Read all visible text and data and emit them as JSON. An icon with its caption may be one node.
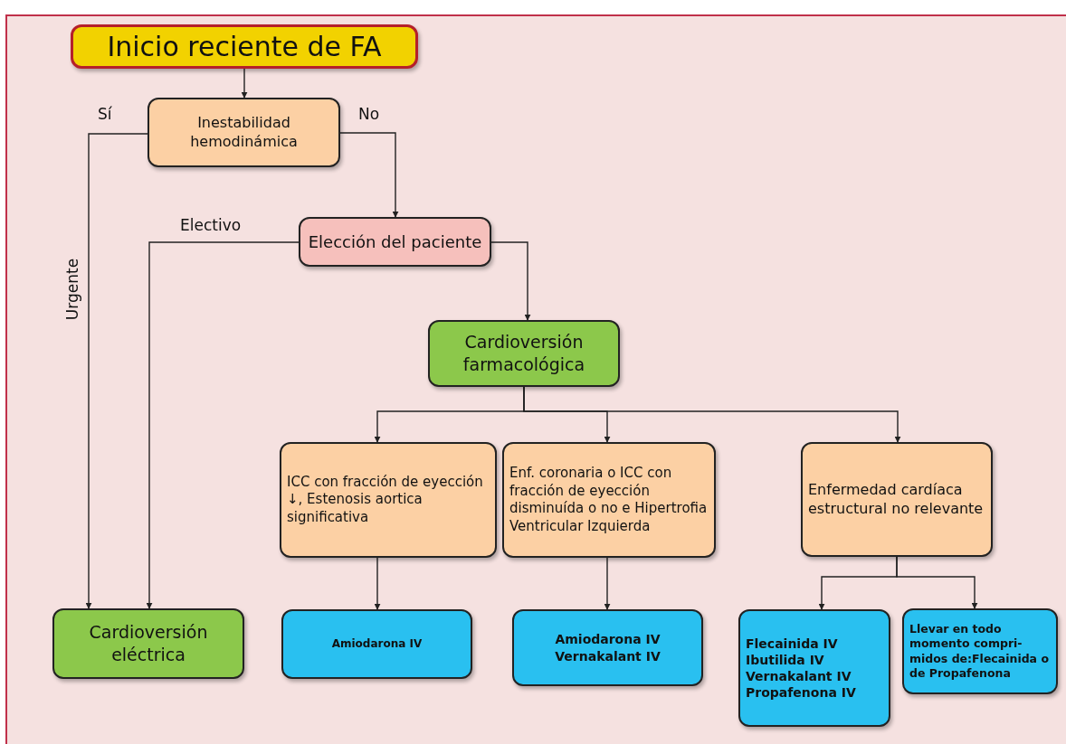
{
  "diagram": {
    "nodes": [
      {
        "text": [
          "Inicio reciente de FA"
        ]
      },
      {
        "text": [
          "Inestabilidad hemodinámica"
        ]
      },
      {
        "text": [
          "Elección del paciente"
        ]
      },
      {
        "text": [
          "Cardioversión farmacológica"
        ]
      },
      {
        "text": [
          "ICC con fracción de eyección ↓, Estenosis aortica significativa"
        ]
      },
      {
        "text": [
          "Enf. coronaria o ICC con fracción de eyección disminuída o no e Hipertrofia Ventricular Izquierda"
        ]
      },
      {
        "text": [
          "Enfermedad cardíaca estructural no relevante"
        ]
      },
      {
        "text": [
          "Cardioversión eléctrica"
        ]
      },
      {
        "text": [
          "Amiodarona IV"
        ]
      },
      {
        "text": [
          "Amiodarona IV Vernakalant IV"
        ]
      },
      {
        "text": [
          "Flecainida IV Ibutilida IV Vernakalant IV Propafenona IV"
        ]
      },
      {
        "text": [
          "Llevar en todo momento compri- midos de:Flecainida o de Propafenona"
        ]
      }
    ],
    "edges": [
      {
        "from": 0,
        "to": 1,
        "arrow": "to"
      },
      {
        "from": 1,
        "to": 7,
        "arrow": "to",
        "label": "Sí"
      },
      {
        "from": 1,
        "to": 2,
        "arrow": "to",
        "label": "No"
      },
      {
        "from": 2,
        "to": 7,
        "arrow": "to",
        "label": "Electivo"
      },
      {
        "from": 2,
        "to": 3,
        "arrow": "to"
      },
      {
        "from": 3,
        "to": 4,
        "arrow": "to"
      },
      {
        "from": 3,
        "to": 5,
        "arrow": "to"
      },
      {
        "from": 3,
        "to": 6,
        "arrow": "to"
      },
      {
        "from": 4,
        "to": 8,
        "arrow": "to"
      },
      {
        "from": 5,
        "to": 9,
        "arrow": "to"
      },
      {
        "from": 6,
        "to": 10,
        "arrow": "to"
      },
      {
        "from": 6,
        "to": 11,
        "arrow": "to"
      }
    ],
    "labels": [
      "Urgente"
    ]
  }
}
